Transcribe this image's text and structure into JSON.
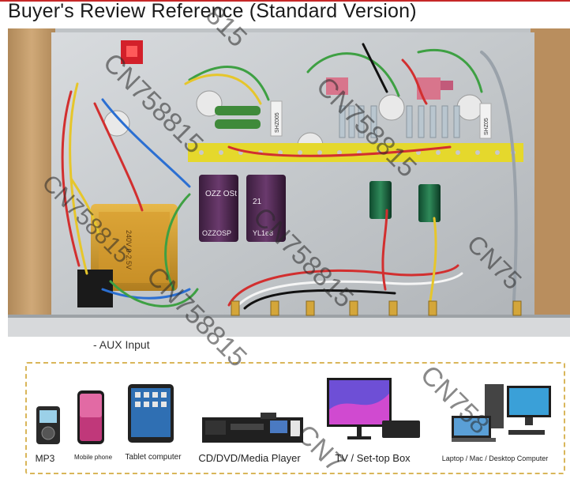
{
  "title": "Buyer's Review Reference (Standard Version)",
  "aux_label": "- AUX Input",
  "component_texts": {
    "cap_left_top": "OZZ OSt",
    "cap_left_bottom": "OZZOSP",
    "cap_right_top": "21",
    "cap_right_bottom": "YL1e8",
    "resistor_left": "SHZ005",
    "resistor_right": "SHZ05",
    "transformer_text": "240V 0-2.5V"
  },
  "devices": [
    {
      "label": "MP3",
      "icon": "mp3-player-icon"
    },
    {
      "label": "Mobile phone",
      "icon": "mobile-phone-icon"
    },
    {
      "label": "Tablet computer",
      "icon": "tablet-icon"
    },
    {
      "label": "CD/DVD/Media Player",
      "icon": "media-player-icon"
    },
    {
      "label": "TV / Set-top Box",
      "icon": "tv-icon"
    },
    {
      "label": "Laptop / Mac / Desktop Computer",
      "icon": "computer-icon"
    }
  ],
  "watermarks": [
    "CN758815",
    "CN758815",
    "CN758815",
    "CN758815",
    "CN758815",
    "815",
    "CN75",
    "CN7",
    "CN758"
  ]
}
